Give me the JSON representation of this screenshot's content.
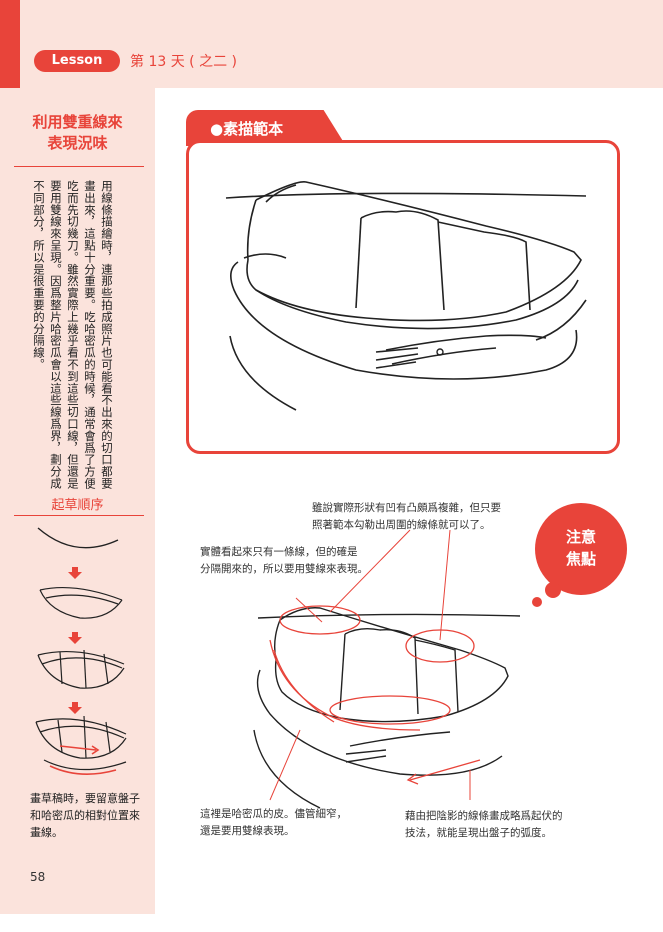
{
  "header": {
    "lesson_label": "Lesson",
    "day_label": "第 13 天 ( 之二 )"
  },
  "sidebar": {
    "title_line1": "利用雙重線來",
    "title_line2": "表現況味",
    "body_text": "用線條描繪時，連那些拍成照片也可能看不出來的切口都要畫出來，這點十分重要。吃哈密瓜的時候，通常會爲了方便吃而先切幾刀。雖然實際上幾乎看不到這些切口線，但還是要用雙線來呈現。因爲整片哈密瓜會以這些線爲界，劃分成不同部分，所以是很重要的分隔線。",
    "sketch_title": "起草順序",
    "sketch_caption": "畫草稿時，要留意盤子和哈密瓜的相對位置來畫線。",
    "page_number": "58"
  },
  "model": {
    "tab_label": "●素描範本"
  },
  "note": {
    "line1": "注意",
    "line2": "焦點"
  },
  "annotations": {
    "top_right_1": "雖說實際形狀有凹有凸頗爲複雜，但只要",
    "top_right_2": "照著範本勾勒出周圍的線條就可以了。",
    "left_1": "實體看起來只有一條線，但的確是",
    "left_2": "分隔開來的，所以要用雙線來表現。",
    "bottom_left_1": "這裡是哈密瓜的皮。儘管細窄，",
    "bottom_left_2": "還是要用雙線表現。",
    "bottom_right_1": "藉由把陰影的線條畫成略爲起伏的",
    "bottom_right_2": "技法，就能呈現出盤子的弧度。"
  },
  "colors": {
    "accent": "#e8443a",
    "sidebar_bg": "#fbe3dc"
  }
}
